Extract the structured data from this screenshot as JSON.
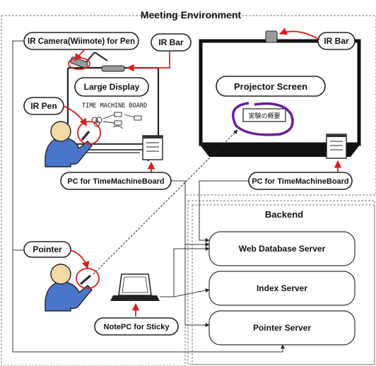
{
  "titles": {
    "meeting_environment": "Meeting Environment",
    "backend": "Backend"
  },
  "labels": {
    "ir_camera": "IR Camera(Wiimote) for Pen",
    "ir_bar_left": "IR Bar",
    "ir_bar_right": "IR Bar",
    "ir_pen": "IR Pen",
    "large_display": "Large Display",
    "board_logo": "TIME MACHINE BOARD",
    "pc_left": "PC for TimeMachineBoard",
    "pc_right": "PC for TimeMachineBoard",
    "projector_screen": "Projector Screen",
    "sticky_note": "実験の概要",
    "pointer": "Pointer",
    "notepc": "NotePC for Sticky"
  },
  "servers": [
    {
      "label": "Web Database Server"
    },
    {
      "label": "Index Server"
    },
    {
      "label": "Pointer Server"
    }
  ],
  "colors": {
    "accent_red": "#d81e1e",
    "highlight_purple": "#6a1b9a",
    "person_head": "#f3d9a6",
    "person_body": "#4a76c9"
  },
  "icons": [
    "camera-icon",
    "ir-bar-icon",
    "person-icon",
    "pc-tower-icon",
    "laptop-icon",
    "ir-pen-icon",
    "pointer-device-icon"
  ]
}
